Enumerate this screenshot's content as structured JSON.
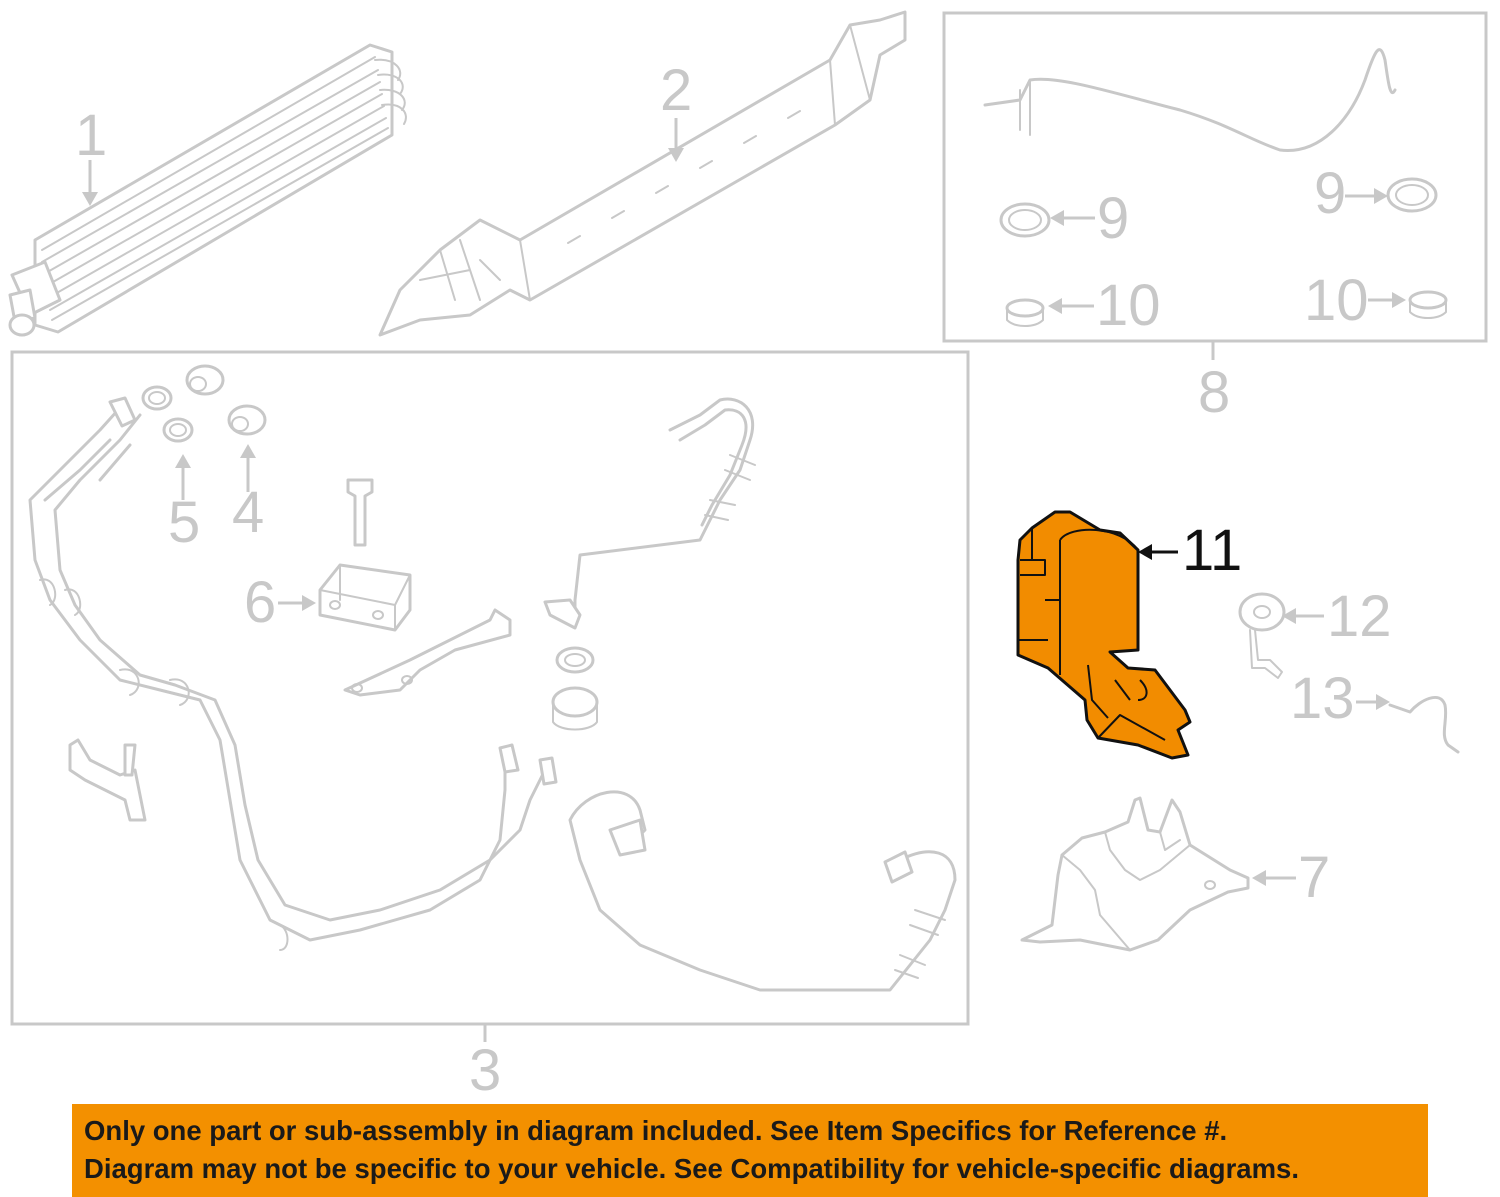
{
  "colors": {
    "highlight": "#f28c00",
    "banner": "#f39000",
    "part_gray": "#c8c8c8",
    "outline_dark": "#111111"
  },
  "callouts": {
    "c1": "1",
    "c2": "2",
    "c3": "3",
    "c4": "4",
    "c5": "5",
    "c6": "6",
    "c7": "7",
    "c8": "8",
    "c9a": "9",
    "c9b": "9",
    "c10a": "10",
    "c10b": "10",
    "c11": "11",
    "c12": "12",
    "c13": "13"
  },
  "banner": {
    "line1": "Only one part or sub-assembly in diagram included. See Item Specifics for Reference #.",
    "line2": "Diagram may not be specific to your vehicle. See Compatibility for vehicle-specific diagrams."
  }
}
